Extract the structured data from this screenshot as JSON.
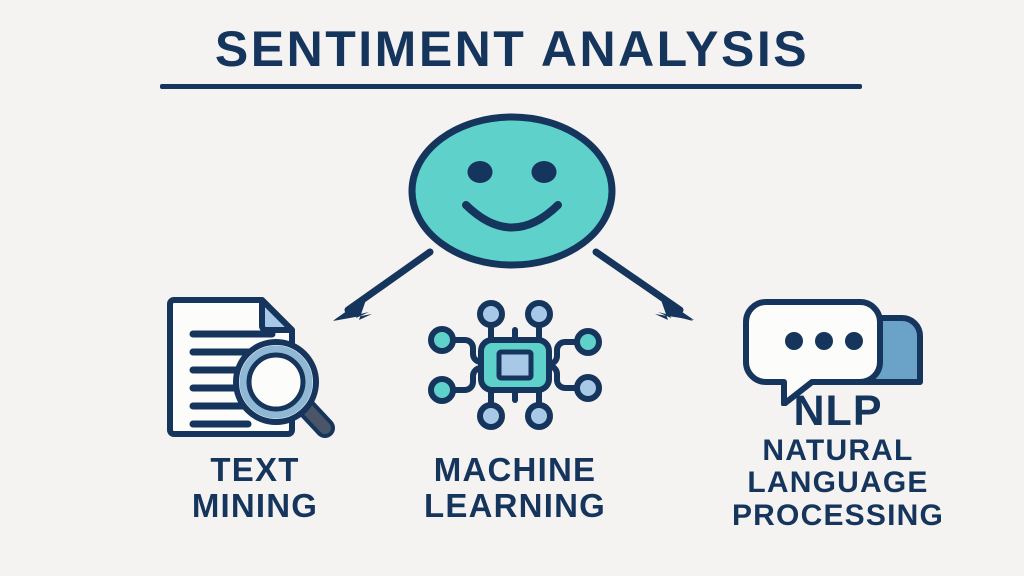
{
  "meta": {
    "kind": "infographic",
    "background_color": "#f4f3f1"
  },
  "palette": {
    "navy": "#16355c",
    "teal": "#5fd1cb",
    "light_blue": "#a8c8e8",
    "steel_blue": "#6ba3c8",
    "slate_gray": "#4a5568",
    "white": "#fcfcfb"
  },
  "header": {
    "title": "SENTIMENT ANALYSIS",
    "rule": "title-underline"
  },
  "center": {
    "icon_name": "smiley-face-icon",
    "description": "happy face"
  },
  "connectors": [
    {
      "name": "arrow-to-text-mining",
      "direction": "down-left"
    },
    {
      "name": "arrow-to-nlp",
      "direction": "down-right"
    }
  ],
  "columns": [
    {
      "id": "text-mining",
      "icon_name": "document-magnifier-icon",
      "label_lines": [
        "TEXT",
        "MINING"
      ]
    },
    {
      "id": "machine-learning",
      "icon_name": "cpu-chip-network-icon",
      "label_lines": [
        "MACHINE",
        "LEARNING"
      ]
    },
    {
      "id": "nlp",
      "icon_name": "speech-bubbles-icon",
      "abbreviation": "NLP",
      "label_lines": [
        "NATURAL",
        "LANGUAGE",
        "PROCESSING"
      ]
    }
  ]
}
